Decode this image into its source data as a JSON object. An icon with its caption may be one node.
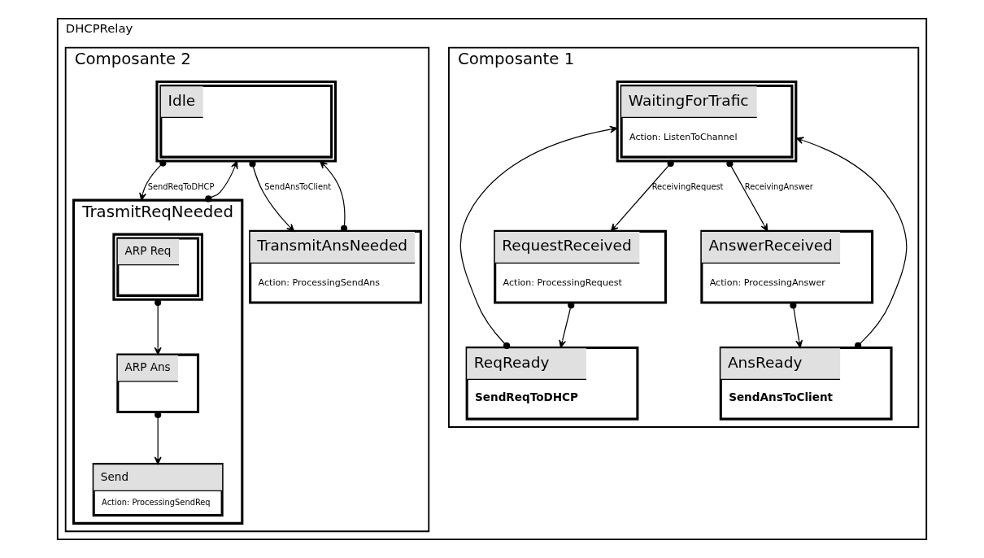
{
  "diagram": {
    "nodes": [
      {
        "text": [
          "DHCPRelay"
        ]
      },
      {
        "text": [
          "Composante 1"
        ],
        "in": 0
      },
      {
        "text": [
          "WaitingForTrafic",
          "Action: ListenToChannel"
        ],
        "in": 1
      },
      {
        "text": [
          "RequestReceived",
          "Action: ProcessingRequest"
        ],
        "in": 1
      },
      {
        "text": [
          "AnswerReceived",
          "Action: ProcessingAnswer"
        ],
        "in": 1
      },
      {
        "text": [
          "ReqReady",
          "SendReqToDHCP"
        ],
        "in": 1
      },
      {
        "text": [
          "AnsReady",
          "SendAnsToClient"
        ],
        "in": 1
      },
      {
        "text": [
          "Composante 2"
        ],
        "in": 0
      },
      {
        "text": [
          "Idle"
        ],
        "in": 7
      },
      {
        "text": [
          "TrasmitReqNeeded"
        ],
        "in": 7
      },
      {
        "text": [
          "ARP Req"
        ],
        "in": 9
      },
      {
        "text": [
          "ARP Ans"
        ],
        "in": 9
      },
      {
        "text": [
          "Send",
          "Action: ProcessingSendReq"
        ],
        "in": 9
      },
      {
        "text": [
          "TransmitAnsNeeded",
          "Action: ProcessingSendAns"
        ],
        "in": 7
      }
    ],
    "edges": [
      {
        "from": 2,
        "to": 3,
        "arrow": "to",
        "label": "ReceivingRequest"
      },
      {
        "from": 2,
        "to": 4,
        "arrow": "to",
        "label": "ReceivingAnswer"
      },
      {
        "from": 3,
        "to": 5,
        "arrow": "to"
      },
      {
        "from": 4,
        "to": 6,
        "arrow": "to"
      },
      {
        "from": 5,
        "to": 2,
        "arrow": "to"
      },
      {
        "from": 6,
        "to": 2,
        "arrow": "to"
      },
      {
        "from": 8,
        "to": 9,
        "arrow": "to",
        "label": "SendReqToDHCP"
      },
      {
        "from": 9,
        "to": 8,
        "arrow": "to"
      },
      {
        "from": 8,
        "to": 13,
        "arrow": "to",
        "label": "SendAnsToClient"
      },
      {
        "from": 13,
        "to": 8,
        "arrow": "to"
      },
      {
        "from": 10,
        "to": 11,
        "arrow": "to"
      },
      {
        "from": 11,
        "to": 12,
        "arrow": "to"
      }
    ]
  }
}
